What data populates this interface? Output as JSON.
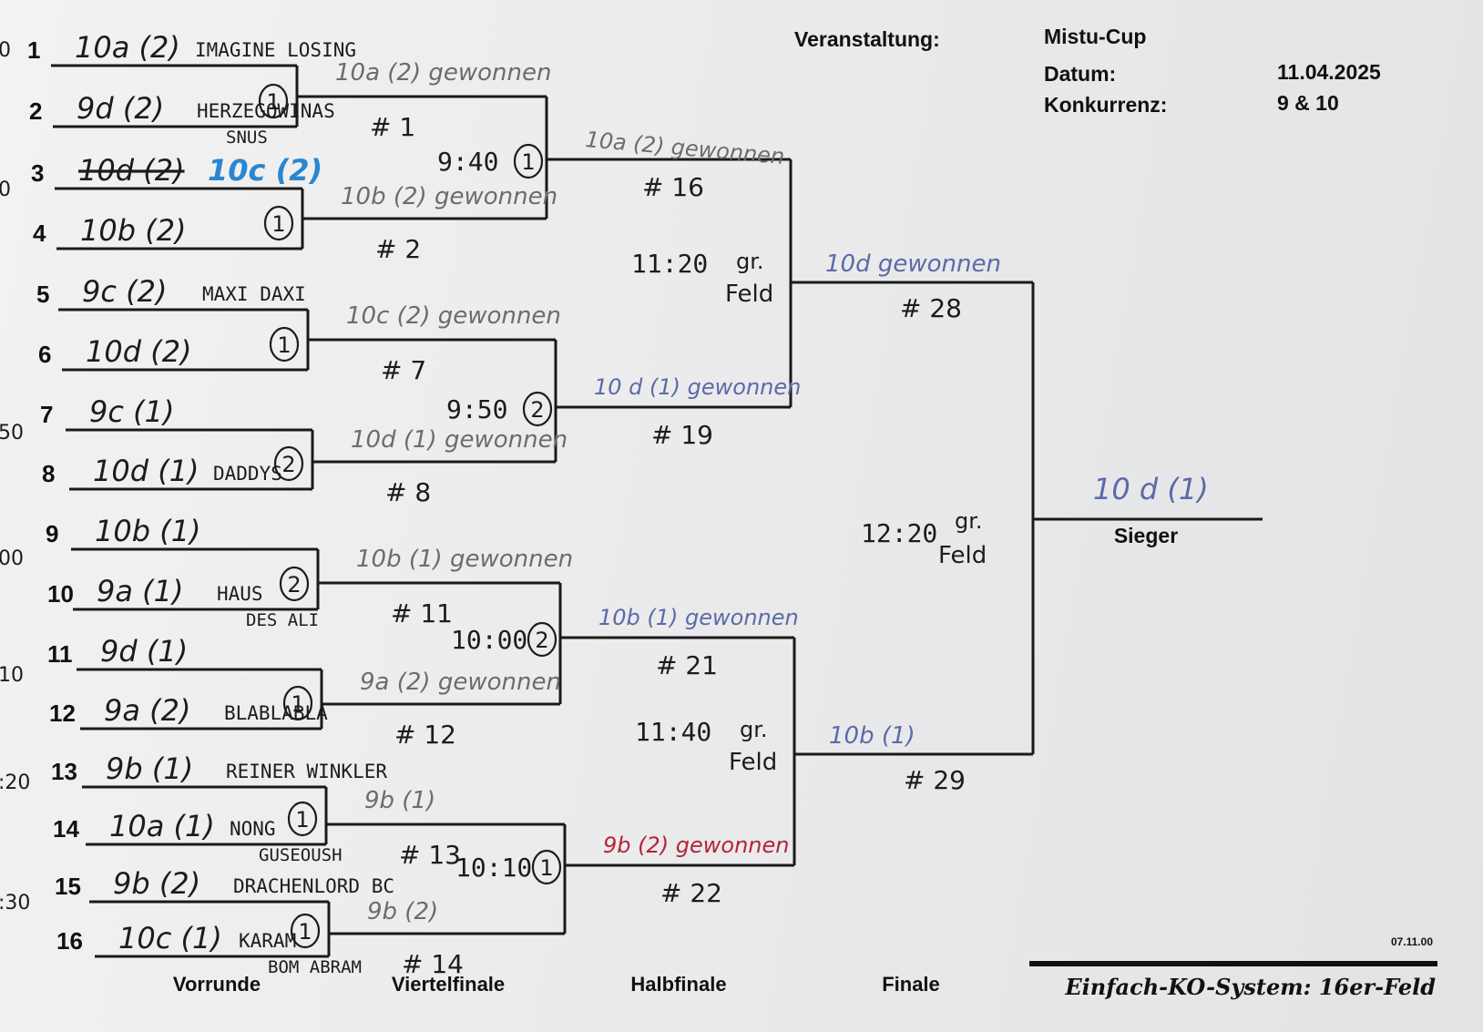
{
  "header": {
    "event_label": "Veranstaltung:",
    "event_value": "Mistu-Cup",
    "date_label": "Datum:",
    "date_value": "11.04.2025",
    "competition_label": "Konkurrenz:",
    "competition_value": "9 & 10"
  },
  "rounds": [
    "Vorrunde",
    "Viertelfinale",
    "Halbfinale",
    "Finale"
  ],
  "winner_label": "Sieger",
  "winner_value": "10 d (1)",
  "footer": {
    "code": "07.11.00",
    "system": "Einfach-KO-System:  16er-Feld"
  },
  "entries": [
    {
      "seed": "1",
      "team": "10a (2)",
      "note": "IMAGINE LOSING",
      "score": ""
    },
    {
      "seed": "2",
      "team": "9d (2)",
      "note": "HERZEGOWINAS",
      "note2": "SNUS",
      "score": "1"
    },
    {
      "seed": "3",
      "team": "10d (2)",
      "correction": "10c (2)",
      "score": ""
    },
    {
      "seed": "4",
      "team": "10b (2)",
      "note": "",
      "score": "1"
    },
    {
      "seed": "5",
      "team": "9c (2)",
      "note": "MAXI DAXI",
      "score": ""
    },
    {
      "seed": "6",
      "team": "10d (2)",
      "note": "",
      "score": "1"
    },
    {
      "seed": "7",
      "team": "9c (1)",
      "note": "",
      "score": ""
    },
    {
      "seed": "8",
      "team": "10d (1)",
      "note": "DADDYS",
      "score": "2"
    },
    {
      "seed": "9",
      "team": "10b (1)",
      "note": "",
      "score": ""
    },
    {
      "seed": "10",
      "team": "9a (1)",
      "note": "HAUS",
      "note2": "DES ALI",
      "score": "2"
    },
    {
      "seed": "11",
      "team": "9d (1)",
      "note": "",
      "score": ""
    },
    {
      "seed": "12",
      "team": "9a (2)",
      "note": "BLABLABLA",
      "score": "1"
    },
    {
      "seed": "13",
      "team": "9b (1)",
      "note": "REINER WINKLER",
      "score": ""
    },
    {
      "seed": "14",
      "team": "10a (1)",
      "note": "NONG",
      "note2": "GUSEOUSH",
      "score": "1"
    },
    {
      "seed": "15",
      "team": "9b (2)",
      "note": "DRACHENLORD BC",
      "score": ""
    },
    {
      "seed": "16",
      "team": "10c (1)",
      "note": "KARAM",
      "note2": "BOM ABRAM",
      "score": "1"
    }
  ],
  "left_margin_times": [
    "0",
    "0",
    "50",
    "00",
    "10",
    ":20",
    ":30"
  ],
  "r1_matches": [
    {
      "id": "# 1",
      "result": "10a (2) gewonnen"
    },
    {
      "id": "# 2",
      "result": "10b (2) gewonnen"
    },
    {
      "id": "# 7",
      "result": "10c (2) gewonnen"
    },
    {
      "id": "# 8",
      "result": "10d (1) gewonnen"
    },
    {
      "id": "# 11",
      "result": "10b (1) gewonnen"
    },
    {
      "id": "# 12",
      "result": "9a (2) gewonnen"
    },
    {
      "id": "# 13",
      "result": "9b (1)"
    },
    {
      "id": "# 14",
      "result": "9b (2)"
    }
  ],
  "r2_matches": [
    {
      "id": "# 16",
      "time": "9:40",
      "score": "1",
      "result": "10a (2) gewonnen"
    },
    {
      "id": "# 19",
      "time": "9:50",
      "score": "2",
      "result": "10 d (1) gewonnen"
    },
    {
      "id": "# 21",
      "time": "10:00",
      "score": "2",
      "result": "10b (1) gewonnen"
    },
    {
      "id": "# 22",
      "time": "10:10",
      "score": "1",
      "result": "9b (2) gewonnen"
    }
  ],
  "r3_matches": [
    {
      "id": "# 28",
      "time": "11:20",
      "field": "gr. Feld",
      "result": "10d gewonnen"
    },
    {
      "id": "# 29",
      "time": "11:40",
      "field": "gr. Feld",
      "result": "10b (1)"
    }
  ],
  "final": {
    "time": "12:20",
    "field": "gr. Feld"
  }
}
